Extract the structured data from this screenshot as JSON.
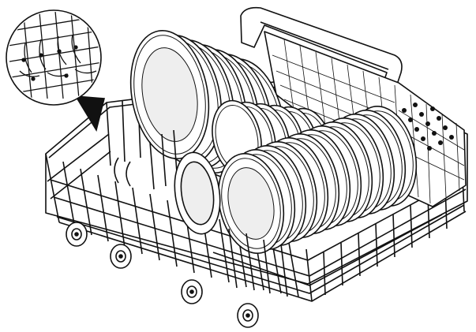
{
  "figure": {
    "subject": "dishwasher-lower-rack-with-plates-and-cutlery-basket",
    "line_color": "#111111",
    "fill_color": "#ffffff",
    "plate_shade": "#eeeeee",
    "zoom_callout": "fold-down-tines-detail",
    "front_plate_count": 13,
    "back_plate_count": 7,
    "wheel_count": 4
  }
}
